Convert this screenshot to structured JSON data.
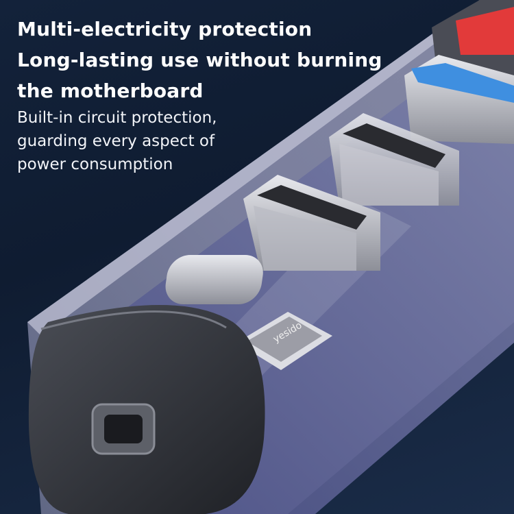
{
  "headline": {
    "line1": "Multi-electricity protection",
    "line2": "Long-lasting use without burning",
    "line3": "the motherboard"
  },
  "subtext": {
    "line1": "Built-in circuit protection,",
    "line2": "guarding every aspect of",
    "line3": "power consumption"
  },
  "product": {
    "chip_logo": "yesido",
    "port_colors": {
      "blue": "#3f8fe0",
      "red": "#e23a3a"
    },
    "background": "#13223a"
  }
}
